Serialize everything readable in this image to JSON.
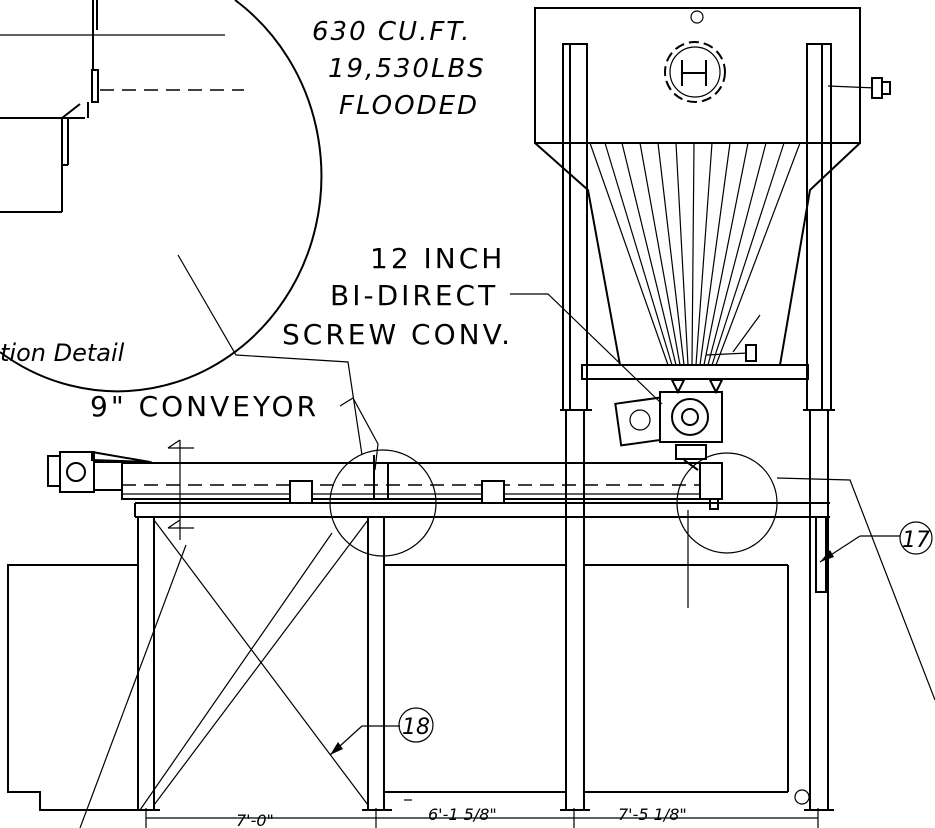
{
  "labels": {
    "capacity_volume": "630 CU.FT.",
    "capacity_weight": "19,530LBS",
    "capacity_note": "FLOODED",
    "screw_line1": "12 INCH",
    "screw_line2": "BI-DIRECT",
    "screw_line3": "SCREW CONV.",
    "conveyor": "9\" CONVEYOR",
    "detail_caption": "tion Detail"
  },
  "callouts": {
    "c17": "17",
    "c18": "18"
  },
  "dimensions": {
    "span1": "7'-0\"",
    "span2": "6'-1 5/8\"",
    "span3": "7'-5 1/8\""
  },
  "colors": {
    "line": "#000000",
    "background": "#ffffff"
  }
}
